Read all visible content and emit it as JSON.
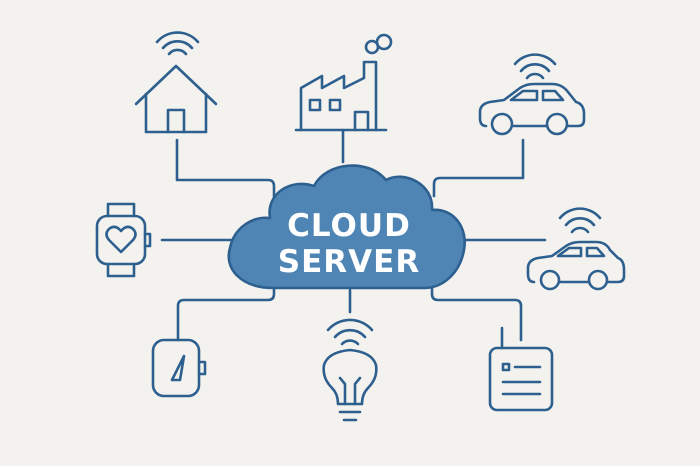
{
  "diagram": {
    "cloud": {
      "line1": "CLOUD",
      "line2": "SERVER"
    },
    "colors": {
      "background": "#f4f2ee",
      "stroke": "#2d5f8f",
      "cloud_fill": "#4f85b5",
      "cloud_text": "#ffffff"
    },
    "devices": [
      {
        "icon": "house-wifi-icon",
        "position": "top-left"
      },
      {
        "icon": "factory-icon",
        "position": "top-center"
      },
      {
        "icon": "car-wifi-icon",
        "position": "top-right"
      },
      {
        "icon": "smartwatch-heart-icon",
        "position": "middle-left"
      },
      {
        "icon": "car-wifi-icon",
        "position": "middle-right"
      },
      {
        "icon": "gauge-device-icon",
        "position": "bottom-left"
      },
      {
        "icon": "lightbulb-wifi-icon",
        "position": "bottom-center"
      },
      {
        "icon": "radio-transmitter-icon",
        "position": "bottom-right"
      }
    ]
  }
}
